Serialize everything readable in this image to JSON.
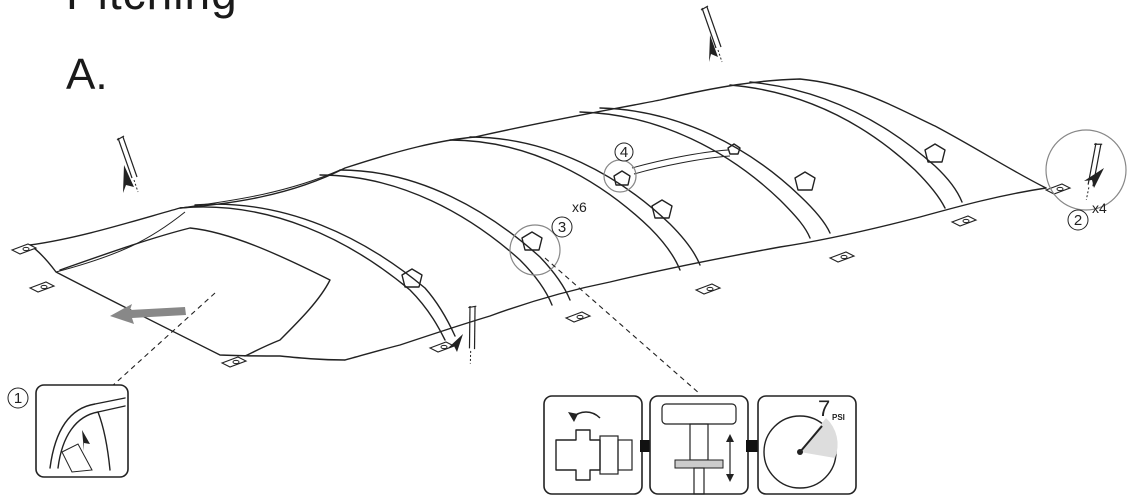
{
  "heading": {
    "title": "Pitching",
    "step": "A."
  },
  "callouts": {
    "c1": "1",
    "c2": "2",
    "c3": "3",
    "c4": "4"
  },
  "multipliers": {
    "c2": "x4",
    "c3": "x6"
  },
  "gauge": {
    "value": "7",
    "unit": "PSI"
  },
  "icons": {
    "peg": "tent-peg-icon",
    "arrow": "direction-arrow-icon",
    "valve": "air-valve-icon",
    "pump": "air-pump-icon",
    "gauge": "pressure-gauge-icon"
  }
}
